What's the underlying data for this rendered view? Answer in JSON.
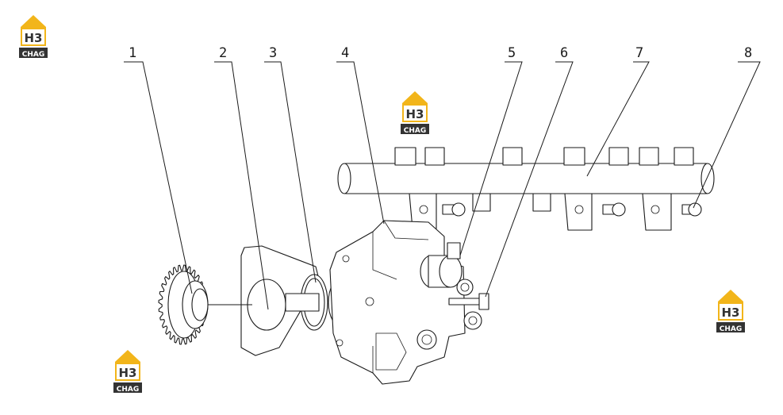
{
  "colors": {
    "logo_yellow": "#f2b51a",
    "logo_dark": "#333333",
    "line": "#1a1a1a",
    "background": "#ffffff"
  },
  "logo": {
    "mark": "H3",
    "word": "CHAG"
  },
  "callouts": [
    "1",
    "2",
    "3",
    "4",
    "5",
    "6",
    "7",
    "8"
  ]
}
